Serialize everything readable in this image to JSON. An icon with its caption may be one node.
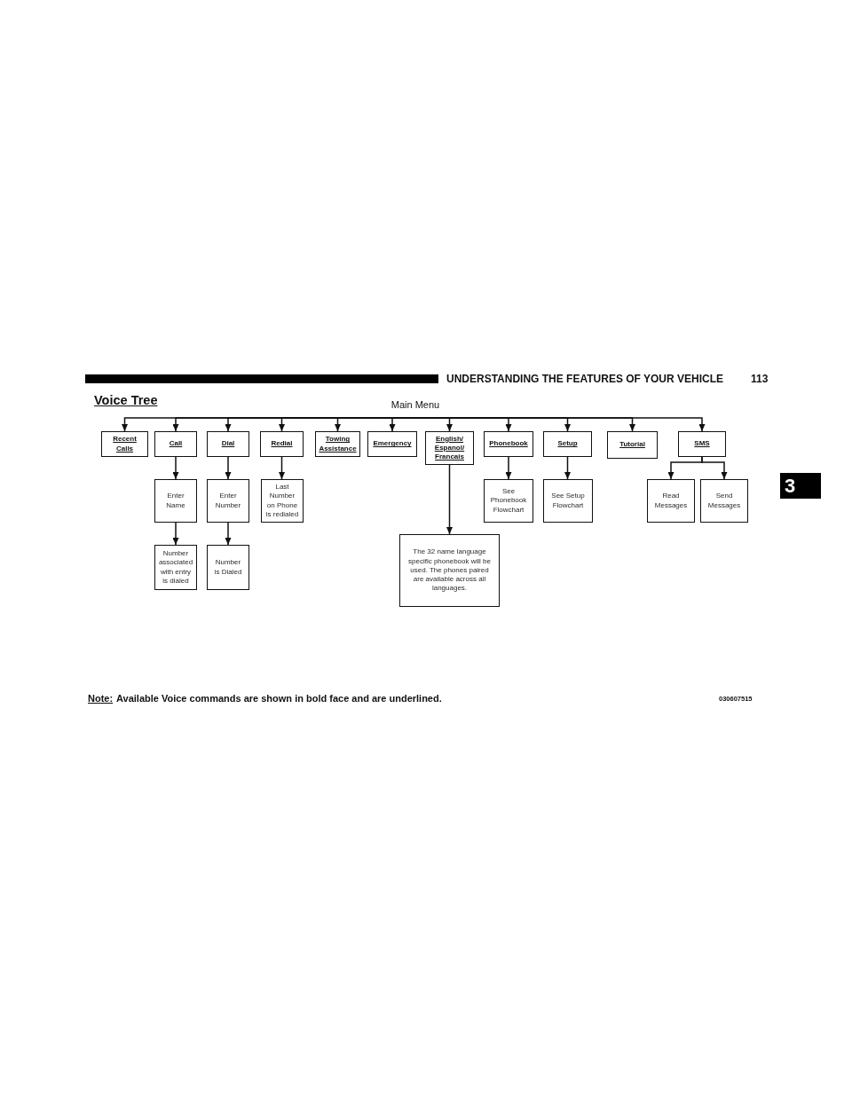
{
  "diagram": {
    "title": "Voice Tree",
    "nodes": [
      {
        "text": [
          "Main Menu"
        ]
      },
      {
        "text": [
          "Recent Calls"
        ]
      },
      {
        "text": [
          "Call"
        ]
      },
      {
        "text": [
          "Dial"
        ]
      },
      {
        "text": [
          "Redial"
        ]
      },
      {
        "text": [
          "Towing Assistance"
        ]
      },
      {
        "text": [
          "Emergency"
        ]
      },
      {
        "text": [
          "English/ Espanol/ Francais"
        ]
      },
      {
        "text": [
          "Phonebook"
        ]
      },
      {
        "text": [
          "Setup"
        ]
      },
      {
        "text": [
          "Tutorial"
        ]
      },
      {
        "text": [
          "SMS"
        ]
      },
      {
        "text": [
          "Enter Name"
        ]
      },
      {
        "text": [
          "Enter Number"
        ]
      },
      {
        "text": [
          "Last Number on Phone is redialed"
        ]
      },
      {
        "text": [
          "See Phonebook Flowchart"
        ]
      },
      {
        "text": [
          "See Setup Flowchart"
        ]
      },
      {
        "text": [
          "Read Messages"
        ]
      },
      {
        "text": [
          "Send Messages"
        ]
      },
      {
        "text": [
          "Number associated with entry is dialed"
        ]
      },
      {
        "text": [
          "Number is Dialed"
        ]
      },
      {
        "text": [
          "The 32 name language specific phonebook will be used. The phones paired are available across all languages."
        ]
      }
    ],
    "edges": [
      {
        "from": 0,
        "to": 1,
        "arrow": "to"
      },
      {
        "from": 0,
        "to": 2,
        "arrow": "to"
      },
      {
        "from": 0,
        "to": 3,
        "arrow": "to"
      },
      {
        "from": 0,
        "to": 4,
        "arrow": "to"
      },
      {
        "from": 0,
        "to": 5,
        "arrow": "to"
      },
      {
        "from": 0,
        "to": 6,
        "arrow": "to"
      },
      {
        "from": 0,
        "to": 7,
        "arrow": "to"
      },
      {
        "from": 0,
        "to": 8,
        "arrow": "to"
      },
      {
        "from": 0,
        "to": 9,
        "arrow": "to"
      },
      {
        "from": 0,
        "to": 10,
        "arrow": "to"
      },
      {
        "from": 0,
        "to": 11,
        "arrow": "to"
      },
      {
        "from": 2,
        "to": 12,
        "arrow": "to"
      },
      {
        "from": 3,
        "to": 13,
        "arrow": "to"
      },
      {
        "from": 4,
        "to": 14,
        "arrow": "to"
      },
      {
        "from": 8,
        "to": 15,
        "arrow": "to"
      },
      {
        "from": 9,
        "to": 16,
        "arrow": "to"
      },
      {
        "from": 11,
        "to": 17,
        "arrow": "to"
      },
      {
        "from": 11,
        "to": 18,
        "arrow": "to"
      },
      {
        "from": 12,
        "to": 19,
        "arrow": "to"
      },
      {
        "from": 13,
        "to": 20,
        "arrow": "to"
      },
      {
        "from": 7,
        "to": 21,
        "arrow": "to"
      }
    ],
    "labels": [
      "UNDERSTANDING THE FEATURES OF YOUR VEHICLE",
      "113",
      "3",
      "Note:",
      "Available Voice commands are shown in bold face and are underlined.",
      "030607515"
    ]
  }
}
